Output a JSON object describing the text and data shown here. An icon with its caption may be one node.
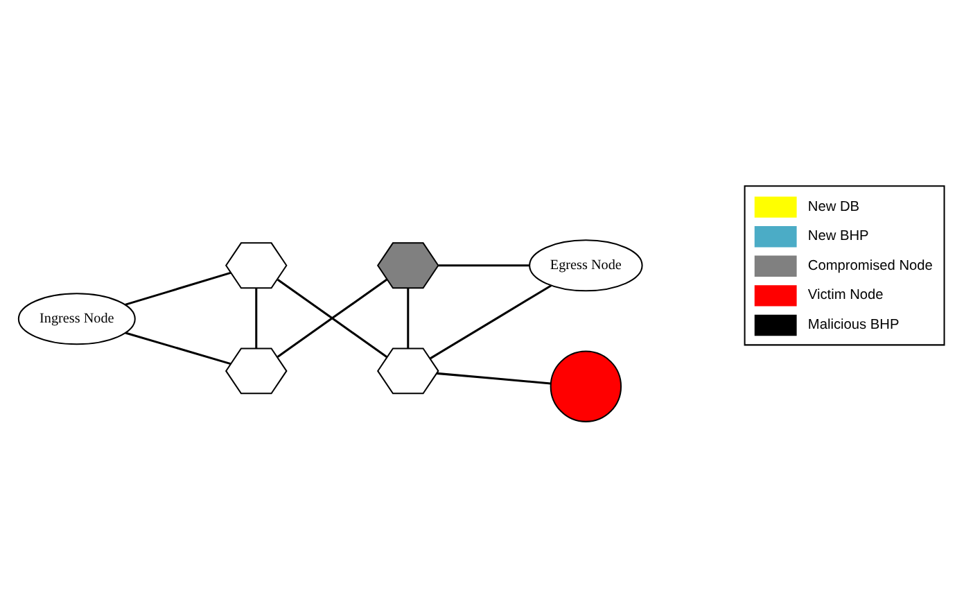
{
  "diagram": {
    "nodes": [
      {
        "text": [
          "Ingress Node"
        ]
      },
      {
        "text": [],
        "shape": "hexagon"
      },
      {
        "text": [],
        "shape": "hexagon"
      },
      {
        "text": [],
        "shape": "circle"
      },
      {
        "text": [],
        "shape": "hexagon"
      },
      {
        "text": [],
        "shape": "hexagon"
      },
      {
        "text": [
          "Egress Node"
        ]
      }
    ],
    "edges": [
      {
        "from": 0,
        "to": 1,
        "arrow": "none"
      },
      {
        "from": 1,
        "to": 2,
        "arrow": "none"
      },
      {
        "from": 2,
        "to": 3,
        "arrow": "none"
      },
      {
        "from": 1,
        "to": 4,
        "arrow": "none"
      },
      {
        "from": 0,
        "to": 4,
        "arrow": "none"
      },
      {
        "from": 4,
        "to": 5,
        "arrow": "none"
      },
      {
        "from": 5,
        "to": 2,
        "arrow": "none"
      },
      {
        "from": 2,
        "to": 6,
        "arrow": "none"
      },
      {
        "from": 5,
        "to": 6,
        "arrow": "none"
      }
    ],
    "legend": [
      {
        "text": "New DB",
        "color": "#ffff00"
      },
      {
        "text": "New BHP",
        "color": "#4bacc6"
      },
      {
        "text": "Compromised Node",
        "color": "#808080"
      },
      {
        "text": "Victim Node",
        "color": "#ff0000"
      },
      {
        "text": "Malicious BHP",
        "color": "#000000"
      }
    ]
  }
}
